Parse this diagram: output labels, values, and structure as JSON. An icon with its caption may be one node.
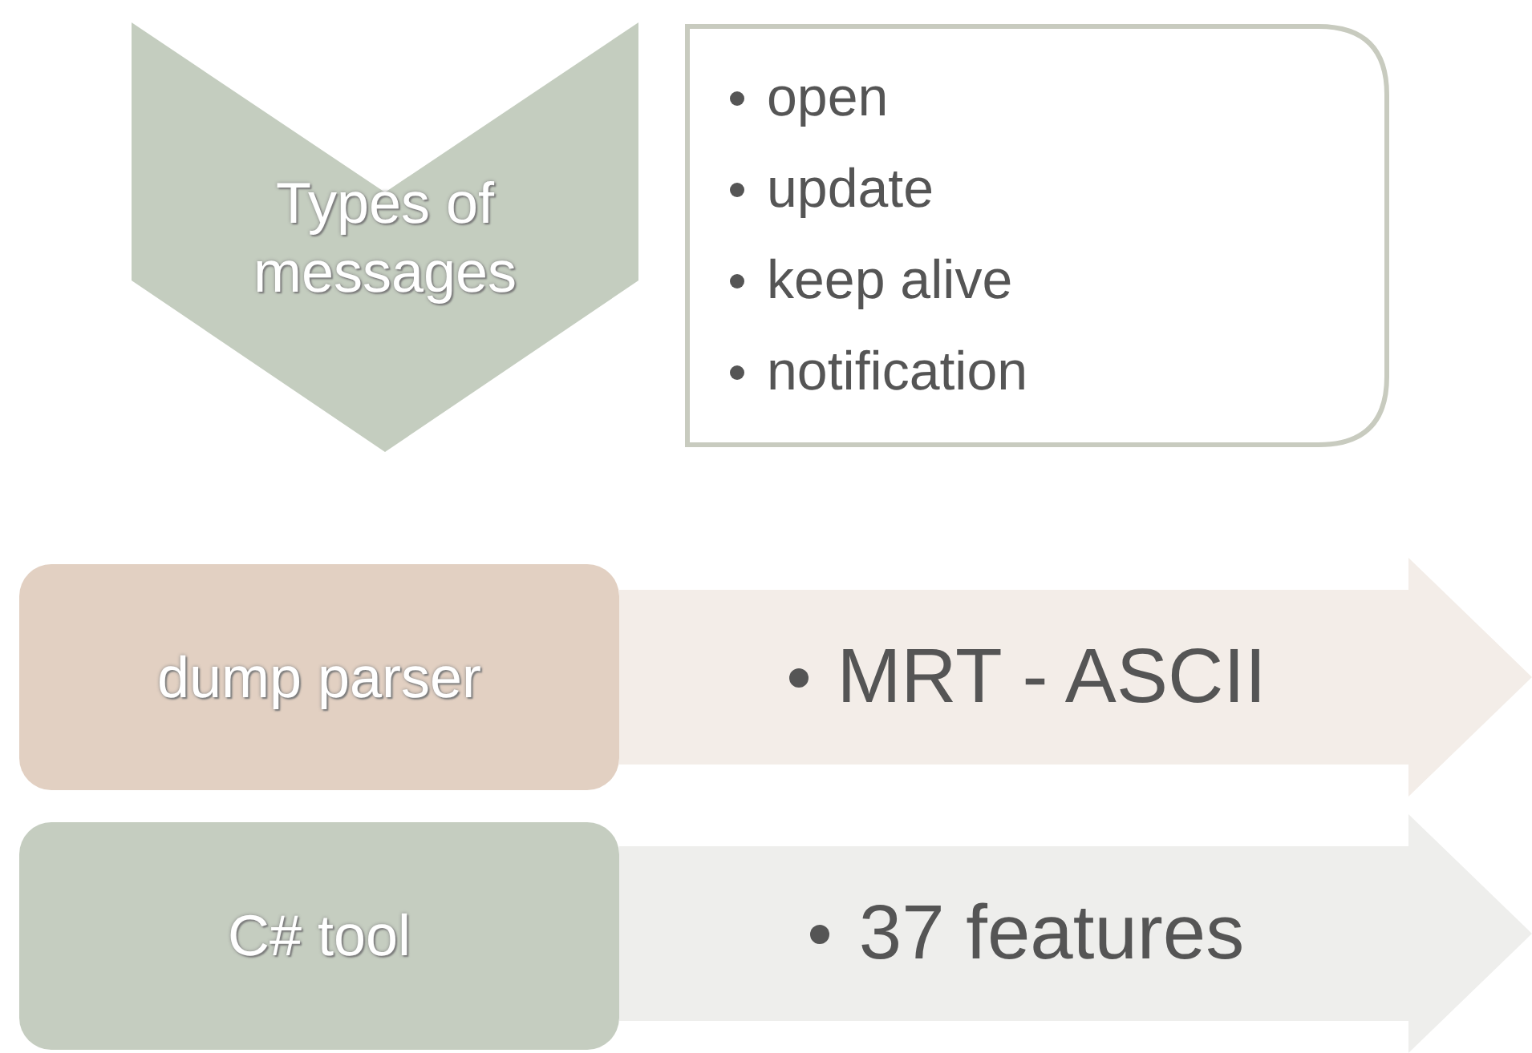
{
  "diagram": {
    "nodes": [
      {
        "text": [
          "Types of messages"
        ]
      },
      {
        "text": [
          "open",
          "update",
          "keep alive",
          "notification"
        ]
      },
      {
        "text": [
          "dump parser"
        ]
      },
      {
        "text": [
          "MRT - ASCII"
        ]
      },
      {
        "text": [
          "C# tool"
        ]
      },
      {
        "text": [
          "37 features"
        ]
      }
    ]
  }
}
